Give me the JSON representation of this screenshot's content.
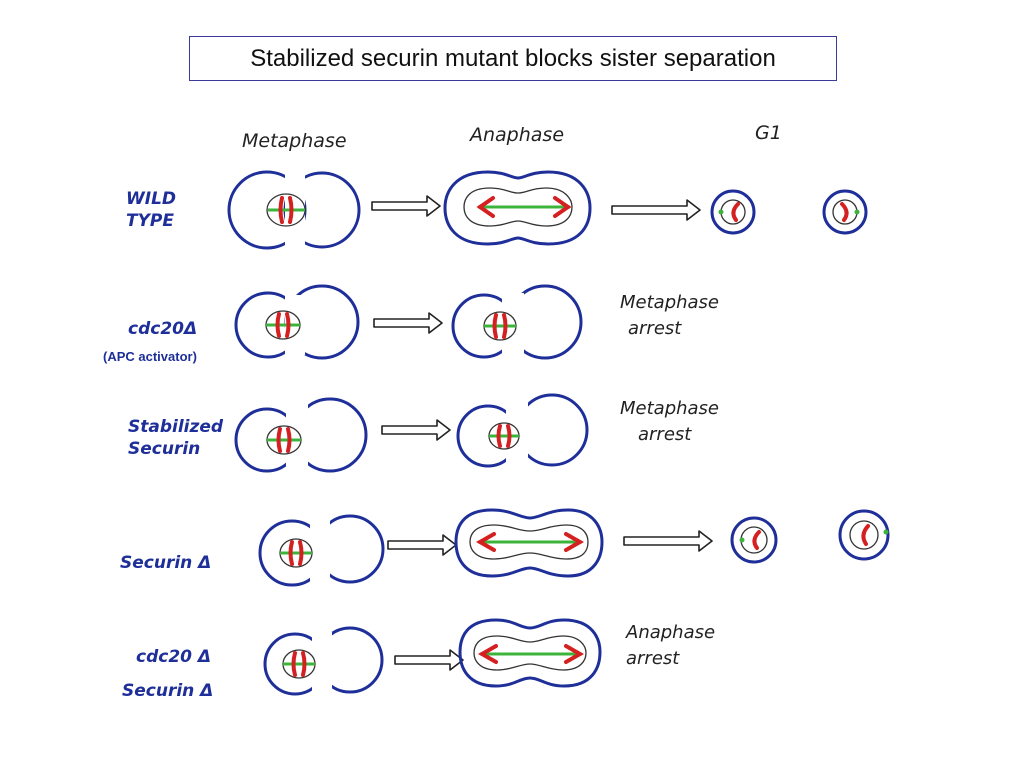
{
  "title": "Stabilized securin mutant blocks sister separation",
  "columns": {
    "metaphase": "Metaphase",
    "anaphase": "Anaphase",
    "g1": "G1"
  },
  "rows": {
    "wild_type": {
      "line1": "WILD",
      "line2": "TYPE"
    },
    "cdc20": {
      "line1": "cdc20Δ",
      "sublabel": "(APC activator)",
      "outcome_line1": "Metaphase",
      "outcome_line2": "arrest"
    },
    "stabilized": {
      "line1": "Stabilized",
      "line2": "Securin",
      "outcome_line1": "Metaphase",
      "outcome_line2": "arrest"
    },
    "securin": {
      "line1": "Securin Δ"
    },
    "double": {
      "line1": "cdc20 Δ",
      "line2": "Securin Δ",
      "outcome_line1": "Anaphase",
      "outcome_line2": "arrest"
    }
  },
  "colors": {
    "cell_outline": "#1f2f9a",
    "chromosome": "#d42020",
    "spindle": "#3cb43c",
    "label_blue": "#1f2f9a"
  }
}
